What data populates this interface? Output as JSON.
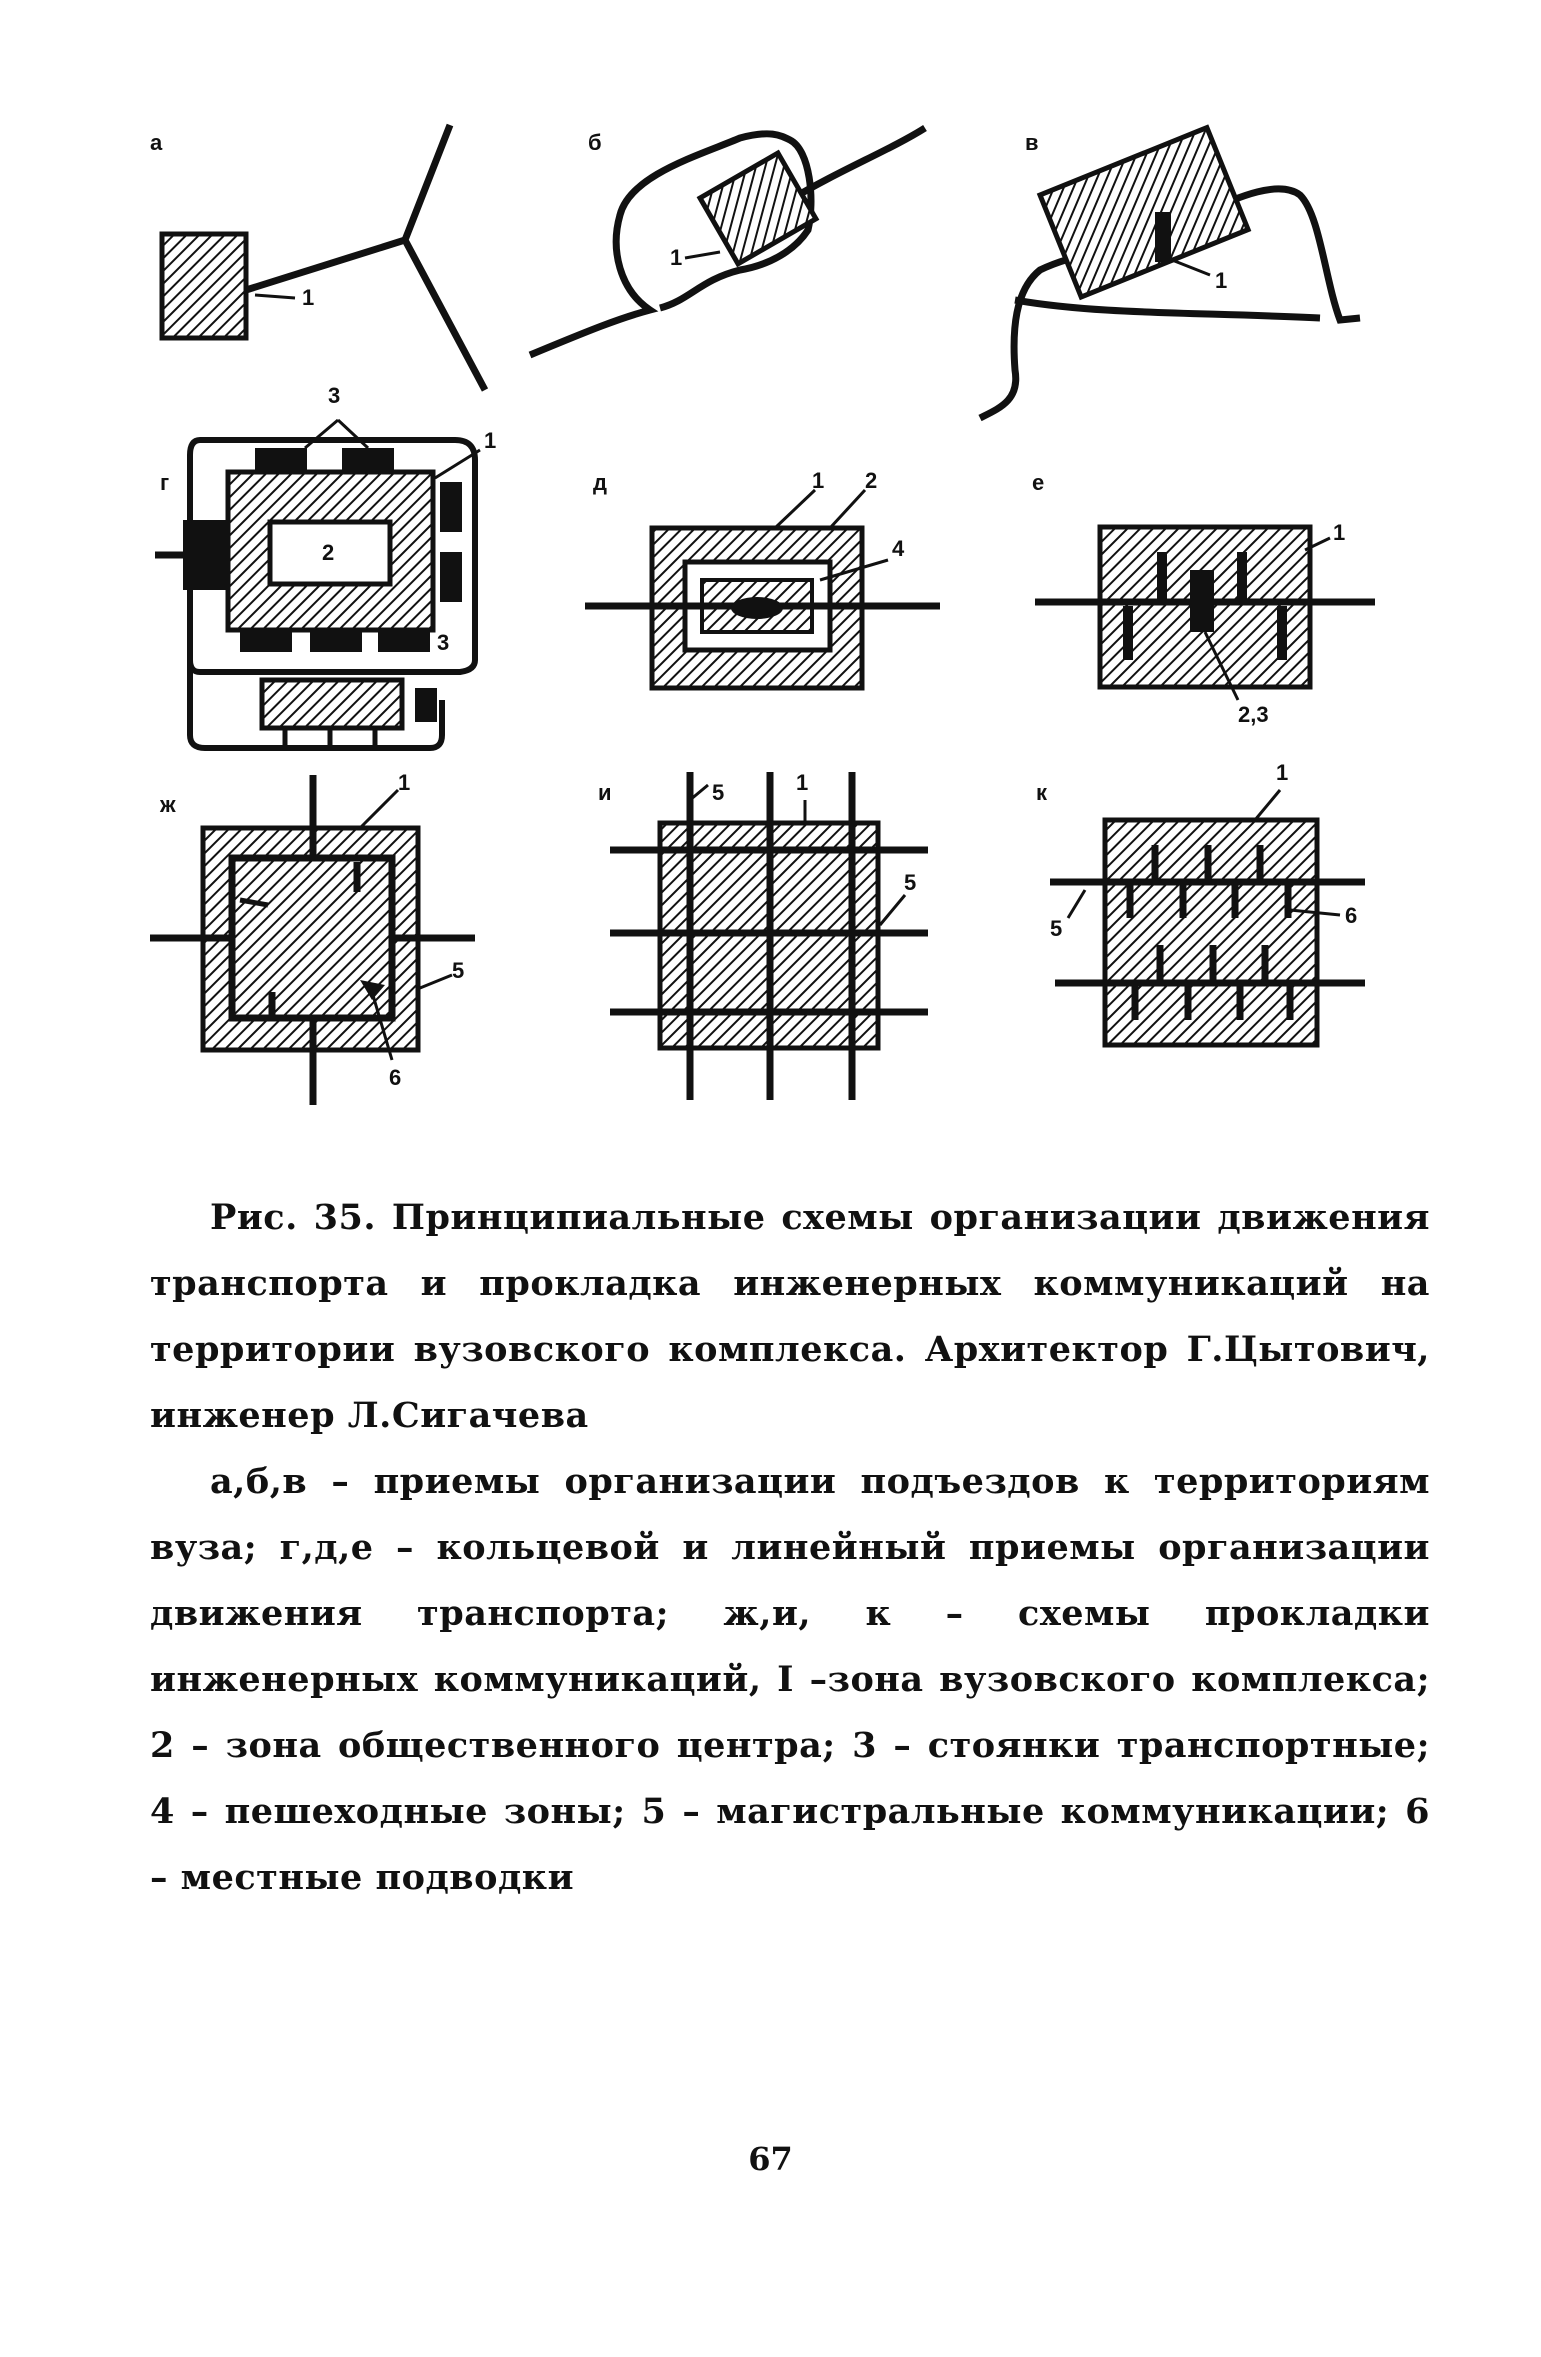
{
  "figure": {
    "panels": [
      {
        "id": "a",
        "letter": "а",
        "labels": [
          "1"
        ]
      },
      {
        "id": "b",
        "letter": "б",
        "labels": [
          "1"
        ]
      },
      {
        "id": "v",
        "letter": "в",
        "labels": [
          "1"
        ]
      },
      {
        "id": "g",
        "letter": "г",
        "labels": [
          "3",
          "1",
          "2",
          "3"
        ]
      },
      {
        "id": "d",
        "letter": "д",
        "labels": [
          "1",
          "2",
          "4"
        ]
      },
      {
        "id": "e",
        "letter": "е",
        "labels": [
          "1",
          "2,3"
        ]
      },
      {
        "id": "zh",
        "letter": "ж",
        "labels": [
          "1",
          "5",
          "6"
        ]
      },
      {
        "id": "i",
        "letter": "и",
        "labels": [
          "5",
          "1",
          "5"
        ]
      },
      {
        "id": "k",
        "letter": "к",
        "labels": [
          "1",
          "5",
          "6"
        ]
      }
    ]
  },
  "caption": {
    "title": "Рис. 35. Принципиальные схемы организации движения транспорта и прокладка инженерных коммуникаций на территории вузовского комплекса. Архитектор Г.Цытович, инженер Л.Сигачева",
    "legend": "а,б,в – приемы организации подъездов к территориям вуза; г,д,е – кольцевой и линейный приемы организации движения транспорта; ж,и, к – схемы прокладки инженерных коммуникаций, I –зона вузовского комплекса; 2 – зона общественного центра; 3 – стоянки транспортные; 4 – пешеходные зоны; 5 – магистральные коммуникации; 6 – местные подводки"
  },
  "page_number": "67"
}
